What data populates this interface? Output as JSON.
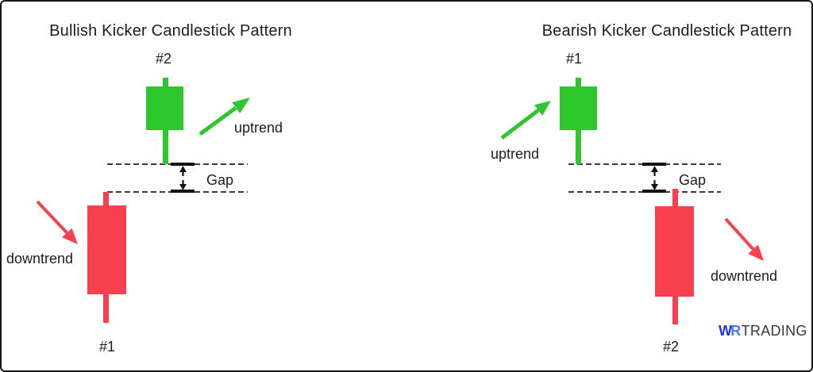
{
  "colors": {
    "green": "#2ec82e",
    "red": "#f9404f",
    "line": "#3c3c3c",
    "logo_w": "#2633d8",
    "logo_r": "#4b7cea",
    "logo_trading": "#3a3a3a"
  },
  "bullish": {
    "title": "Bullish Kicker Candlestick Pattern",
    "top_candle_label": "#2",
    "bottom_candle_label": "#1",
    "uptrend_label": "uptrend",
    "downtrend_label": "downtrend",
    "gap_label": "Gap"
  },
  "bearish": {
    "title": "Bearish Kicker Candlestick Pattern",
    "top_candle_label": "#1",
    "bottom_candle_label": "#2",
    "uptrend_label": "uptrend",
    "downtrend_label": "downtrend",
    "gap_label": "Gap"
  },
  "logo": {
    "w": "W",
    "r": "R",
    "trading": "TRADING"
  }
}
